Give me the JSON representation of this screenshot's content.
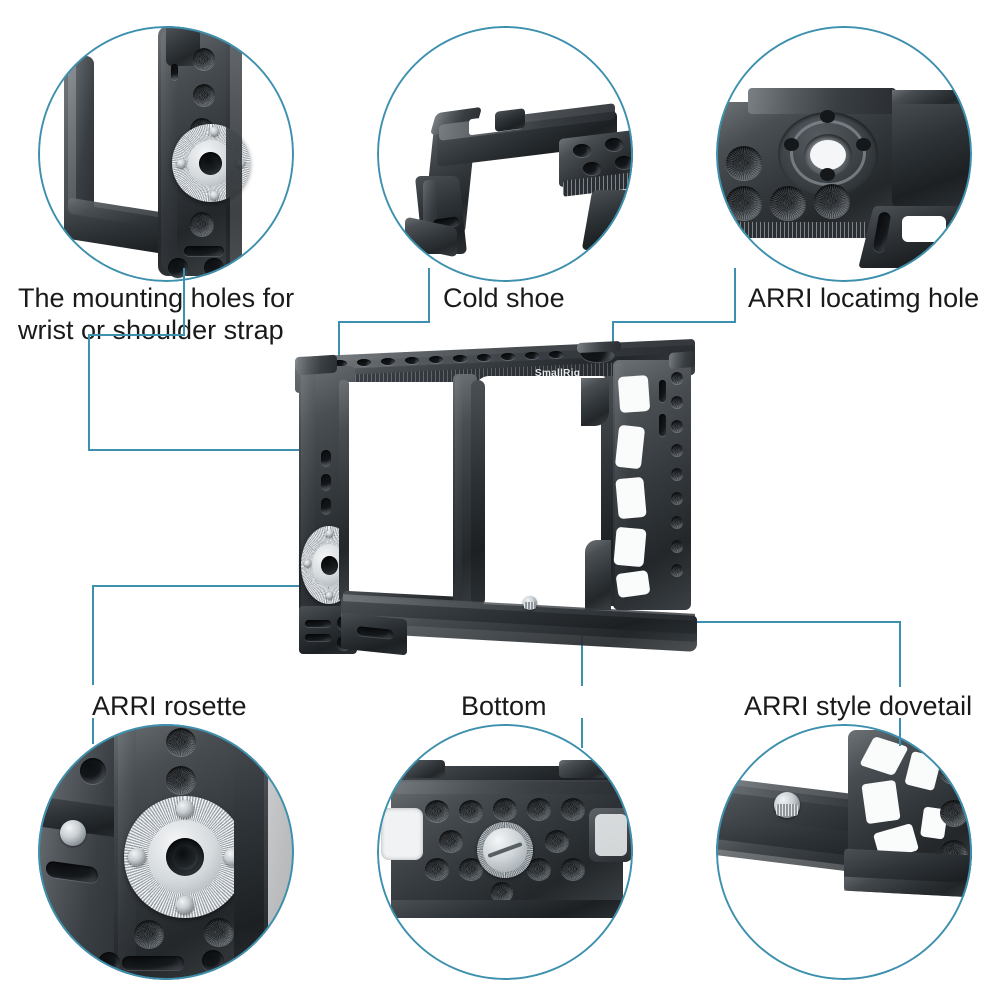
{
  "page": {
    "title": "SmallRig Camera Cage Feature Callouts",
    "background_color": "#ffffff",
    "accent_color": "#3d90ae",
    "text_color": "#1a1a1a"
  },
  "product": {
    "brand_text": "SmallRig",
    "body_color": "#2a2e32",
    "highlight_color": "#7d848a"
  },
  "callouts": [
    {
      "id": "mounting-holes",
      "label": "The mounting holes for\nwrist or shoulder strap",
      "position": "top-left",
      "detail_icon": "cage-side-strap-holes"
    },
    {
      "id": "cold-shoe",
      "label": "Cold shoe",
      "position": "top-center",
      "detail_icon": "cold-shoe-bracket"
    },
    {
      "id": "arri-locating-hole",
      "label": "ARRI  locatimg hole",
      "position": "top-right",
      "detail_icon": "arri-locating-hole-plate"
    },
    {
      "id": "arri-rosette",
      "label": "ARRI  rosette",
      "position": "bottom-left",
      "detail_icon": "arri-rosette-disc"
    },
    {
      "id": "bottom",
      "label": "Bottom",
      "position": "bottom-center",
      "detail_icon": "bottom-plate-thread-grid"
    },
    {
      "id": "arri-style-dovetail",
      "label": "ARRI style dovetail",
      "position": "bottom-right",
      "detail_icon": "arri-dovetail-rail"
    }
  ]
}
